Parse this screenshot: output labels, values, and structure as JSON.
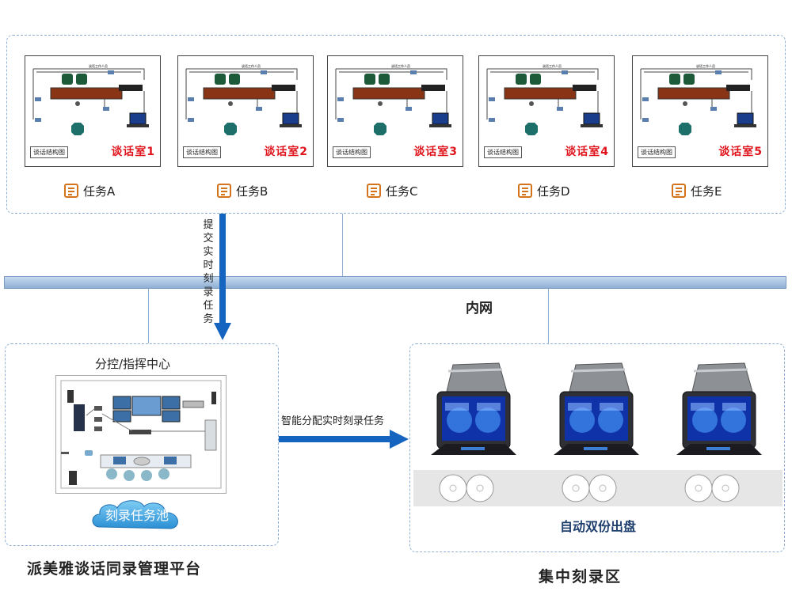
{
  "rooms": [
    {
      "label": "谈话室1",
      "caption": "谈话结构图",
      "task": "任务A"
    },
    {
      "label": "谈话室2",
      "caption": "谈话结构图",
      "task": "任务B"
    },
    {
      "label": "谈话室3",
      "caption": "谈话结构图",
      "task": "任务C"
    },
    {
      "label": "谈话室4",
      "caption": "谈话结构图",
      "task": "任务D"
    },
    {
      "label": "谈话室5",
      "caption": "谈话结构图",
      "task": "任务E"
    }
  ],
  "network": {
    "label": "内网"
  },
  "submit_label": "提交实时刻录任务",
  "assign_label": "智能分配实时刻录任务",
  "control_center": {
    "title": "分控/指挥中心",
    "pool_label": "刻录任务池"
  },
  "platform_title": "派美雅谈话同录管理平台",
  "burn_zone": {
    "title": "集中刻录区",
    "output_label": "自动双份出盘"
  },
  "colors": {
    "zone_border": "#8fb0d4",
    "arrow": "#1565c0",
    "room_label": "#e0141c",
    "task_icon": "#d4731c",
    "pool_cloud": "#3aa7e6"
  }
}
